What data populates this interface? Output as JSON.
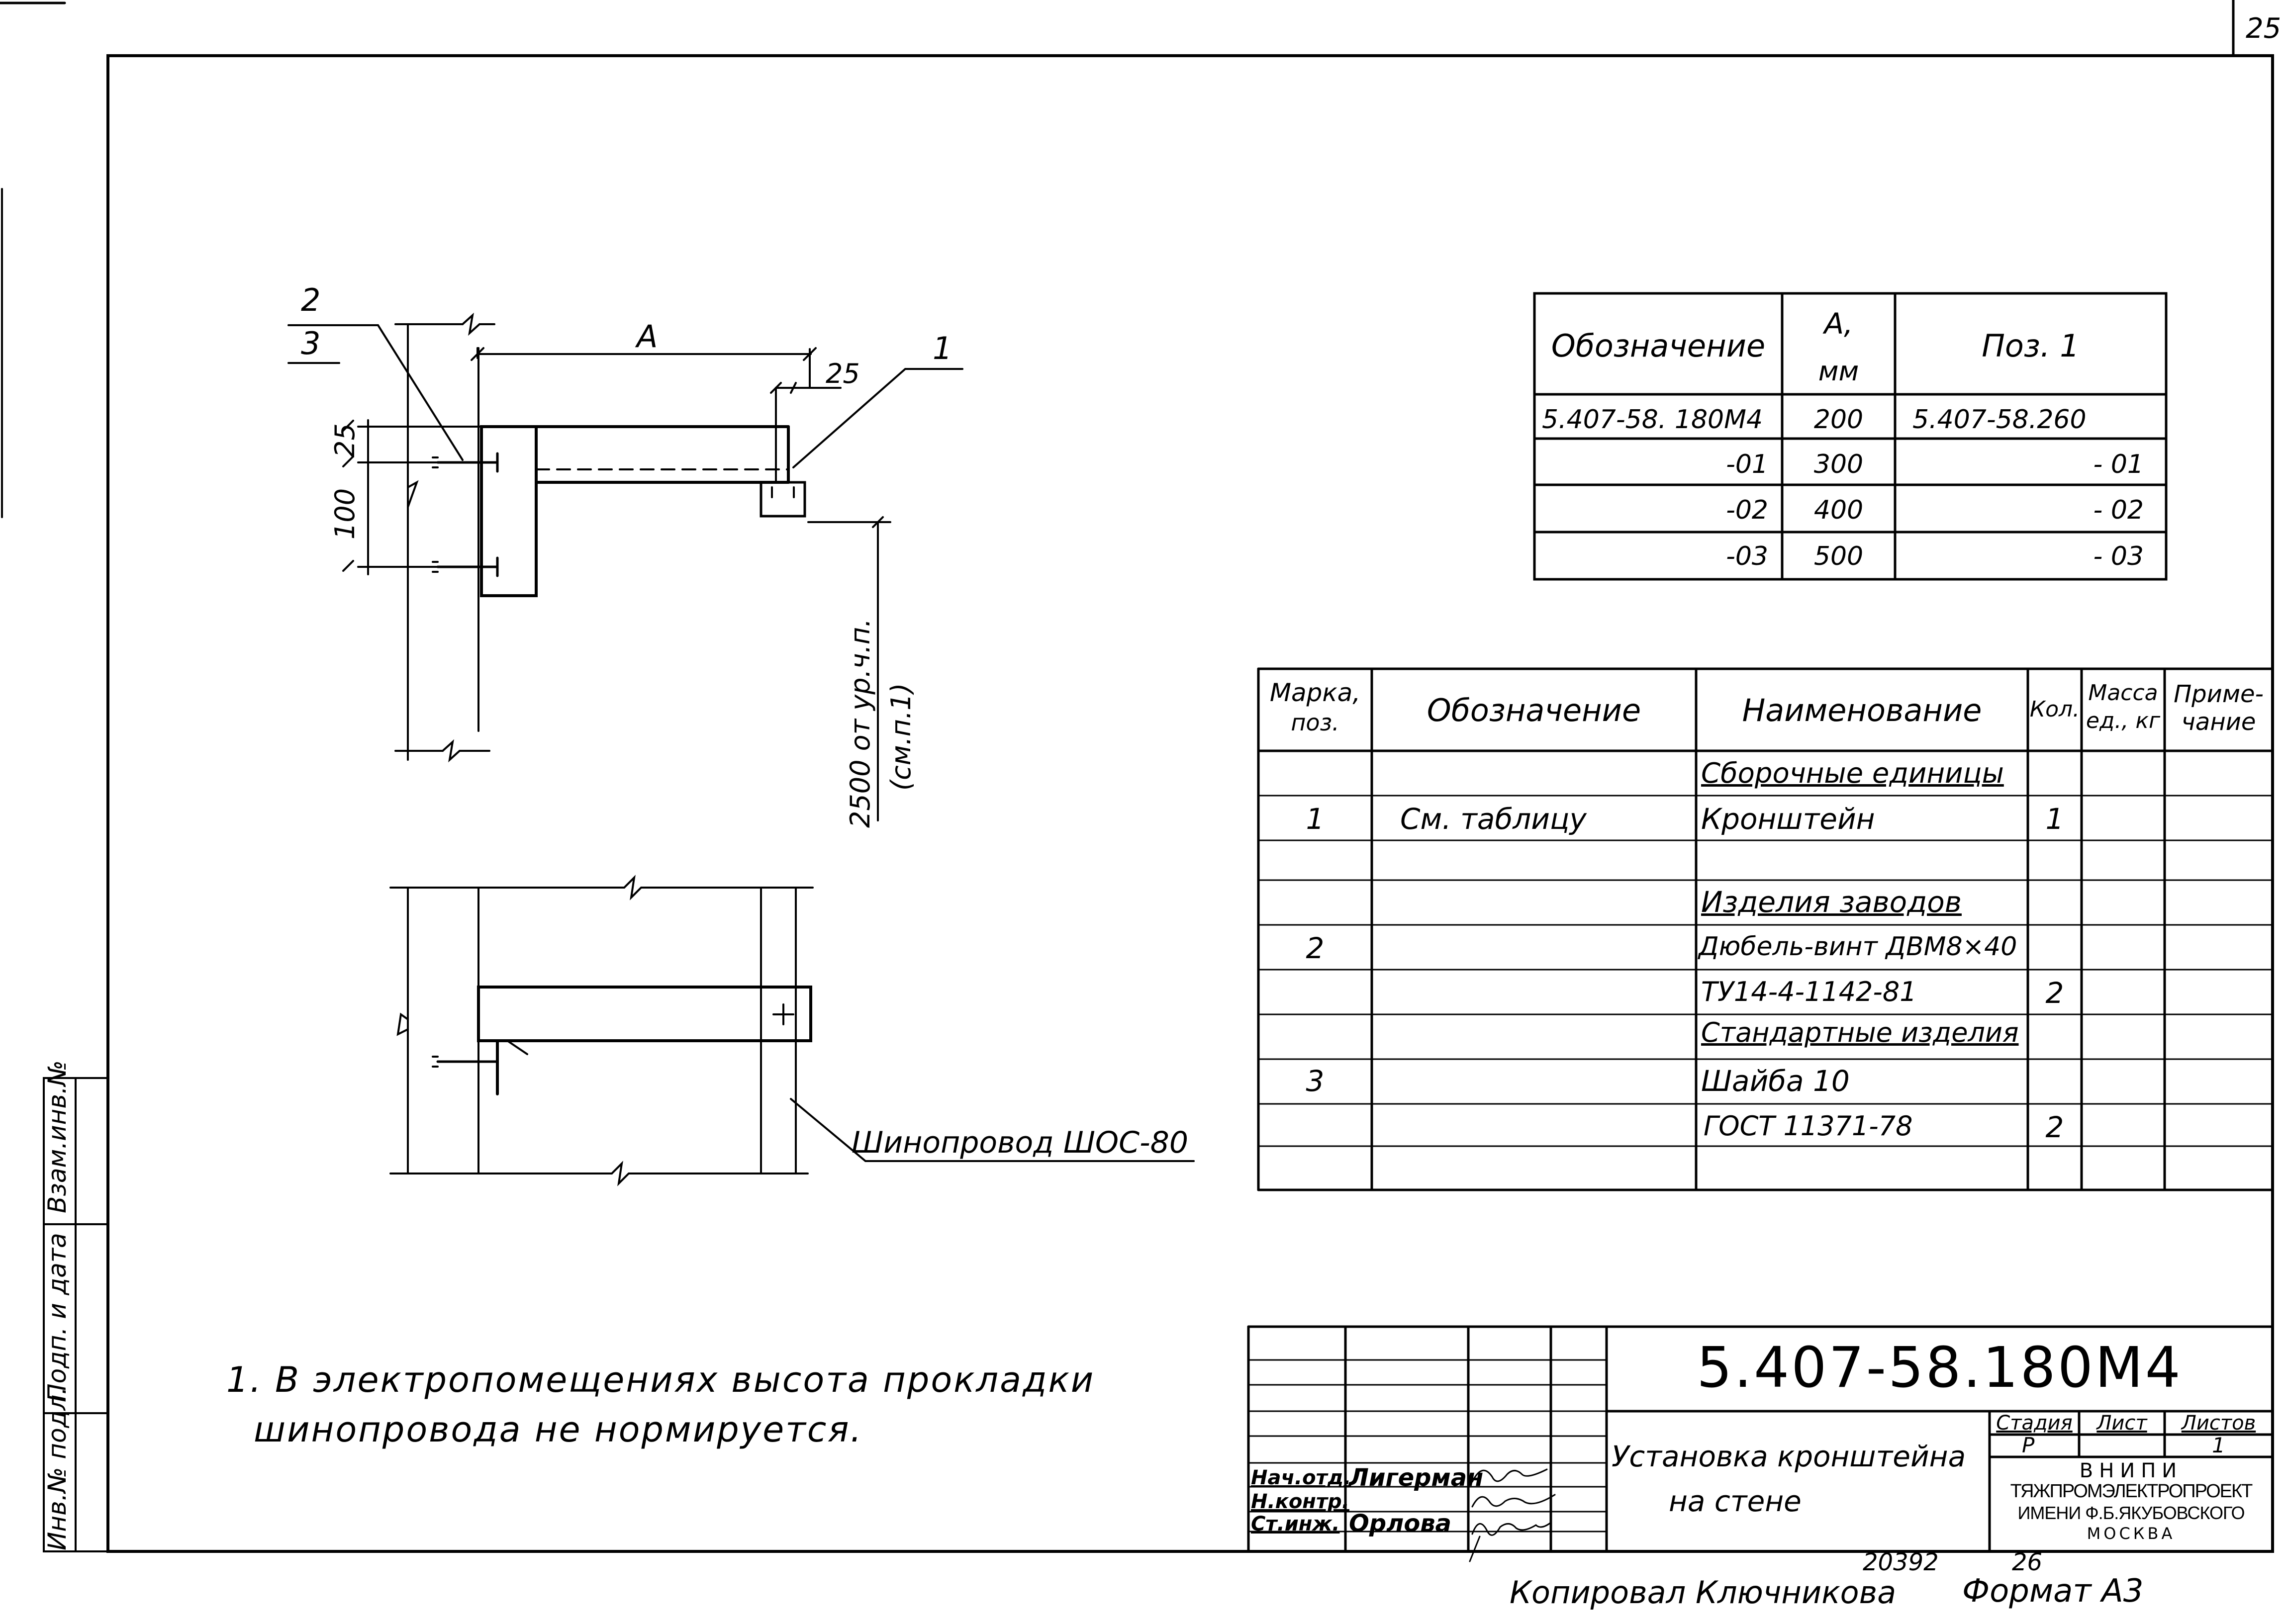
{
  "sheet_number": "25",
  "drawing": {
    "labels": {
      "pos2": "2",
      "pos3": "3",
      "pos1": "1",
      "dim_a": "A",
      "dim_25_top": "25",
      "dim_25_left": "25",
      "dim_100": "100",
      "height_note_line1": "2500 от ур.ч.п.",
      "height_note_line2": "(см.п.1)",
      "busbar_label": "Шинопровод ШОС-80"
    }
  },
  "variants_table": {
    "headers": [
      "Обозначение",
      "А,",
      "мм",
      "Поз. 1"
    ],
    "rows": [
      {
        "designation": "5.407-58. 180М4",
        "a": "200",
        "pos": "5.407-58.260"
      },
      {
        "designation": "-01",
        "a": "300",
        "pos": "- 01"
      },
      {
        "designation": "-02",
        "a": "400",
        "pos": "- 02"
      },
      {
        "designation": "-03",
        "a": "500",
        "pos": "- 03"
      }
    ]
  },
  "spec_table": {
    "headers": {
      "mark_line1": "Марка,",
      "mark_line2": "поз.",
      "designation": "Обозначение",
      "name": "Наименование",
      "qty": "Кол.",
      "mass_line1": "Масса",
      "mass_line2": "ед., кг",
      "note_line1": "Приме-",
      "note_line2": "чание"
    },
    "rows": [
      {
        "mark": "",
        "designation": "",
        "name": "Сборочные единицы",
        "qty": "",
        "underline": true
      },
      {
        "mark": "1",
        "designation": "См. таблицу",
        "name": "Кронштейн",
        "qty": "1",
        "underline": false
      },
      {
        "mark": "",
        "designation": "",
        "name": "",
        "qty": "",
        "underline": false
      },
      {
        "mark": "",
        "designation": "",
        "name": "Изделия заводов",
        "qty": "",
        "underline": true
      },
      {
        "mark": "2",
        "designation": "",
        "name": "Дюбель-винт ДВМ8×40",
        "qty": "",
        "underline": false
      },
      {
        "mark": "",
        "designation": "",
        "name": "ТУ14-4-1142-81",
        "qty": "2",
        "underline": false
      },
      {
        "mark": "",
        "designation": "",
        "name": "Стандартные изделия",
        "qty": "",
        "underline": true
      },
      {
        "mark": "3",
        "designation": "",
        "name": "Шайба 10",
        "qty": "",
        "underline": false
      },
      {
        "mark": "",
        "designation": "",
        "name": "ГОСТ 11371-78",
        "qty": "2",
        "underline": false
      },
      {
        "mark": "",
        "designation": "",
        "name": "",
        "qty": "",
        "underline": false
      }
    ]
  },
  "note": {
    "line1": "1. В электропомещениях высота прокладки",
    "line2": "шинопровода не нормируется."
  },
  "side_stamp": {
    "field1": "Взам.инв.№",
    "field2": "Подп. и дата",
    "field3": "Инв.№ подл."
  },
  "title_block": {
    "code": "5.407-58.180М4",
    "title_line1": "Установка кронштейна",
    "title_line2": "на стене",
    "stage_label": "Стадия",
    "sheet_label": "Лист",
    "sheets_label": "Листов",
    "stage_value": "Р",
    "sheets_value": "1",
    "org_line1": "ВНИПИ",
    "org_line2": "ТЯЖПРОМЭЛЕКТРОПРОЕКТ",
    "org_line3": "ИМЕНИ Ф.Б.ЯКУБОВСКОГО",
    "org_line4": "МОСКВА",
    "roles": [
      {
        "role": "Нач.отд.",
        "name": "Лигерман"
      },
      {
        "role": "Н.контр.",
        "name": ""
      },
      {
        "role": "Ст.инж.",
        "name": "Орлова"
      }
    ]
  },
  "bottom": {
    "archive_number": "20392",
    "page_number": "26",
    "copied_by": "Копировал Ключникова",
    "format": "Формат А3"
  }
}
